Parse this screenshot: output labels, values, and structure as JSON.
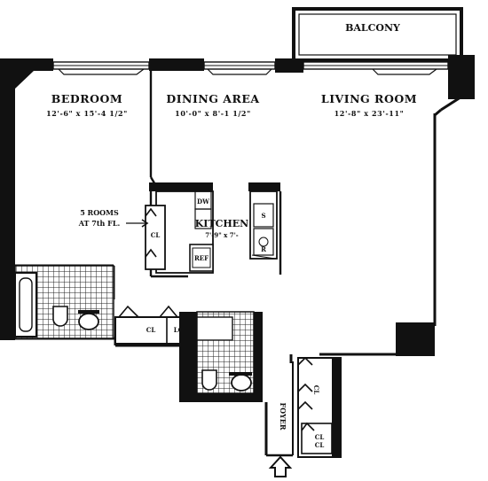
{
  "rooms": {
    "balcony": "BALCONY",
    "bedroom": "BEDROOM",
    "bedroom_dims": "12'-6\" x 15'-4 1/2\"",
    "dining": "DINING AREA",
    "dining_dims": "10'-0\" x 8'-1 1/2\"",
    "living": "LIVING ROOM",
    "living_dims": "12'-8\" x 23'-11\"",
    "kitchen": "KITCHEN",
    "kitchen_dims": "7'-9\" x 7'-",
    "foyer": "FOYER"
  },
  "notes": {
    "rooms_line1": "5 ROOMS",
    "rooms_line2": "AT 7th FL."
  },
  "closets": {
    "bedroom_closet": "CL",
    "hall_closet_1": "CL",
    "hall_closet_2": "LC",
    "foyer_closet": "CL",
    "coat_closet": "CL",
    "coat_closet_sub": "CL"
  },
  "appliances": {
    "dishwasher": "DW",
    "refrigerator": "REF",
    "sink": "S",
    "range": "R"
  }
}
